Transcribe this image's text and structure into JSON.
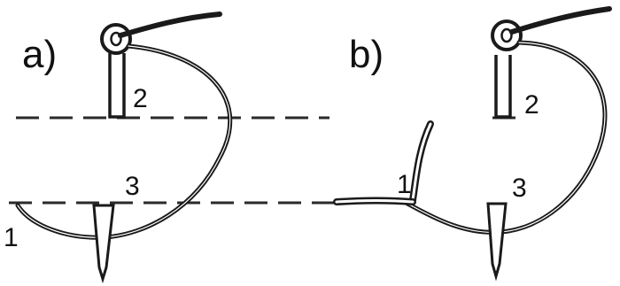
{
  "colors": {
    "thread": "#1a1a1a",
    "needle_fill": "#ffffff",
    "stitch_line": "#2a2a2a",
    "background": "#ffffff"
  },
  "panels": [
    {
      "label": "a)",
      "points": {
        "p1": "1",
        "p2": "2",
        "p3": "3"
      }
    },
    {
      "label": "b)",
      "points": {
        "p1": "1",
        "p2": "2",
        "p3": "3"
      }
    }
  ]
}
